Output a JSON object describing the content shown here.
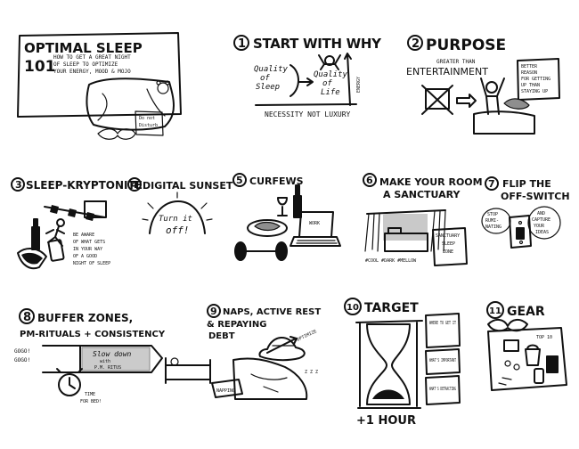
{
  "panels": {
    "intro": {
      "title_line1": "OPTIMAL SLEEP",
      "title_num": "101",
      "subtitle_1": "HOW TO GET A GREAT NIGHT",
      "subtitle_2": "OF SLEEP TO OPTIMIZE",
      "subtitle_3": "YOUR ENERGY, MOOD & MOJO",
      "sign_1": "Do not",
      "sign_2": "Disturb"
    },
    "why": {
      "number": "1",
      "title": "START WITH WHY",
      "q_sleep_1": "Quality",
      "q_sleep_2": "of",
      "q_sleep_3": "Sleep",
      "q_life_1": "Quality",
      "q_life_2": "of",
      "q_life_3": "Life",
      "energy": "ENERGY",
      "caption": "NECESSITY NOT LUXURY"
    },
    "purpose": {
      "number": "2",
      "title": "PURPOSE",
      "greater": "GREATER THAN",
      "entertainment": "ENTERTAINMENT",
      "reason_1": "BETTER",
      "reason_2": "REASON",
      "reason_3": "FOR GETTING",
      "reason_4": "UP THAN",
      "reason_5": "STAYING UP"
    },
    "kryptonite": {
      "number": "3",
      "title": "SLEEP-KRYPTONITE",
      "note_1": "BE AWARE",
      "note_2": "OF WHAT GETS",
      "note_3": "IN YOUR WAY",
      "note_4": "OF A GOOD",
      "note_5": "NIGHT OF SLEEP"
    },
    "sunset": {
      "number": "4",
      "title": "DIGITAL SUNSET",
      "phrase_1": "Turn it",
      "phrase_2": "off!"
    },
    "curfews": {
      "number": "5",
      "title": "CURFEWS",
      "screen": "WORK"
    },
    "sanctuary": {
      "number": "6",
      "title_1": "MAKE YOUR ROOM",
      "title_2": "A SANCTUARY",
      "sign_1": "SANCTUARY",
      "sign_2": "SLEEP",
      "sign_3": "ZONE",
      "tags": "#COOL #DARK #MELLOW"
    },
    "switch": {
      "number": "7",
      "title_1": "FLIP THE",
      "title_2": "OFF-SWITCH",
      "bubble1_1": "STOP",
      "bubble1_2": "RUMI-",
      "bubble1_3": "NATING",
      "bubble2_1": "AND",
      "bubble2_2": "CAPTURE",
      "bubble2_3": "YOUR",
      "bubble2_4": "IDEAS"
    },
    "buffer": {
      "number": "8",
      "title_1": "BUFFER ZONES,",
      "title_2": "PM-RITUALS + CONSISTENCY",
      "gogo": "GOGO!",
      "slow_1": "Slow down",
      "slow_2": "with",
      "slow_3": "P.M. RITUS",
      "time_1": "TIME",
      "time_2": "FOR BED!"
    },
    "naps": {
      "number": "9",
      "title_1": "NAPS, ACTIVE REST",
      "title_2": "& REPAYING",
      "title_3": "DEBT",
      "zzz": "Z Z Z",
      "sign": "NAPPING",
      "arrow_label": "OPTIMIZE"
    },
    "target": {
      "number": "10",
      "title": "TARGET",
      "box_1": "WHERE TO GET IT",
      "box_2": "WHAT'S IMPORTANT",
      "box_3": "WHAT'S DETRACTING",
      "plus": "+1 HOUR"
    },
    "gear": {
      "number": "11",
      "title": "GEAR",
      "top": "TOP 10"
    }
  }
}
